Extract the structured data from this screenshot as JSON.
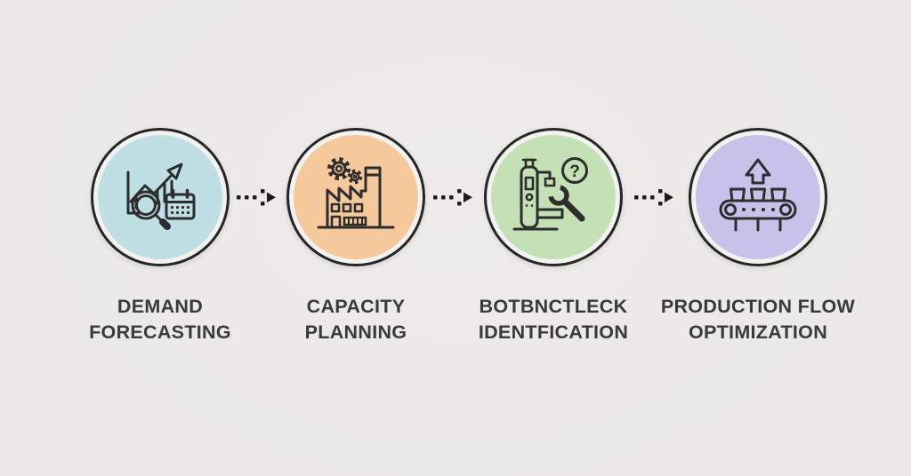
{
  "colors": {
    "background": "#e9e8e6",
    "outline": "#262626",
    "ring_inner": "#f3f2f0",
    "icon_stroke": "#2d2d2d",
    "label_text": "#3a3a3a",
    "connector": "#1c1c1c"
  },
  "steps": [
    {
      "name": "demand-forecasting",
      "label_line1": "DEMAND",
      "label_line2": "FORECASTING",
      "fill": "#bfdfe5",
      "icon": "trend-chart-magnifier-calendar-icon"
    },
    {
      "name": "capacity-planning",
      "label_line1": "CAPACITY",
      "label_line2": "PLANNING",
      "fill": "#f6c99d",
      "icon": "factory-gears-icon"
    },
    {
      "name": "bottleneck-identification",
      "label_line1": "BOTBNCTLECK",
      "label_line2": "IDENTFICATION",
      "fill": "#c4e1b5",
      "icon": "machine-wrench-question-icon"
    },
    {
      "name": "production-flow-optimization",
      "label_line1": "PRODUCTION FLOW",
      "label_line2": "OPTIMIZATION",
      "fill": "#c8c2eb",
      "icon": "conveyor-belt-up-arrow-icon"
    }
  ],
  "icon_glyphs": {
    "question_mark": "?"
  },
  "connector_style": "dotted-arrow"
}
